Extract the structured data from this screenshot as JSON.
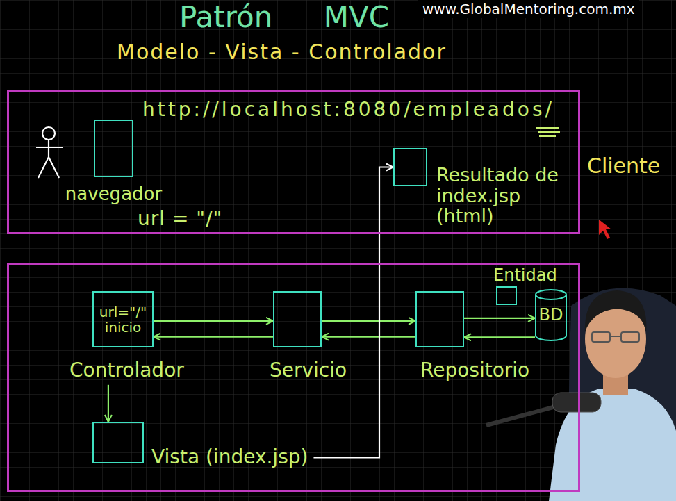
{
  "diagram": {
    "title": "Patrón MVC",
    "nodes": [
      {
        "text": [
          "Cliente"
        ]
      },
      {
        "text": [
          "navegador"
        ],
        "in": 0
      },
      {
        "text": [
          "Resultado de index.jsp (html)"
        ],
        "in": 0
      },
      {
        "text": []
      },
      {
        "text": [
          "url=\"/\" inicio",
          "Controlador"
        ],
        "in": 3
      },
      {
        "text": [
          "Servicio"
        ],
        "in": 3
      },
      {
        "text": [
          "Repositorio"
        ],
        "in": 3
      },
      {
        "text": [
          "Entidad"
        ],
        "in": 3
      },
      {
        "text": [
          "BD"
        ],
        "in": 3
      },
      {
        "text": [
          "Vista (index.jsp)"
        ],
        "in": 3
      }
    ],
    "edges": [
      {
        "from": 4,
        "to": 5,
        "arrow": "to"
      },
      {
        "from": 5,
        "to": 4,
        "arrow": "to"
      },
      {
        "from": 5,
        "to": 6,
        "arrow": "to"
      },
      {
        "from": 6,
        "to": 5,
        "arrow": "to"
      },
      {
        "from": 6,
        "to": 8,
        "arrow": "to"
      },
      {
        "from": 8,
        "to": 6,
        "arrow": "to"
      },
      {
        "from": 4,
        "to": 9,
        "arrow": "to"
      },
      {
        "from": 9,
        "to": 2,
        "arrow": "to"
      }
    ],
    "labels": [
      "Modelo - Vista - Controlador",
      "http://localhost:8080/empleados/",
      "url = \"/\"",
      "www.GlobalMentoring.com.mx"
    ]
  }
}
